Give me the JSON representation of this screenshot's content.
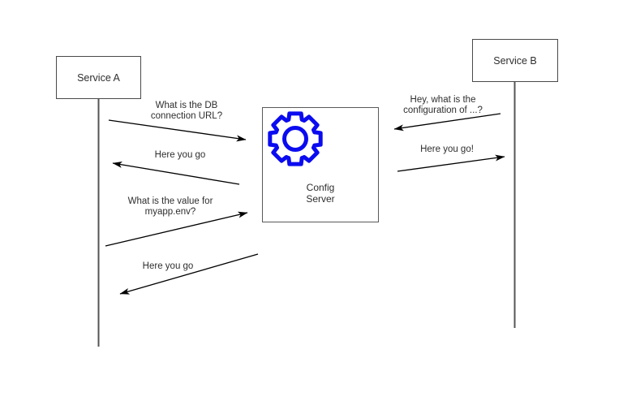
{
  "colors": {
    "background": "#ffffff",
    "box-border": "#4a4a4a",
    "gear-blue": "#0b0bf0",
    "arrow-black": "#000000",
    "lifeline-gray": "#555555",
    "text": "#2e2e2e"
  },
  "nodes": {
    "service_a": {
      "label": "Service A"
    },
    "service_b": {
      "label": "Service B"
    },
    "config_server": {
      "label_line1": "Config",
      "label_line2": "Server",
      "icon": "gear-icon"
    }
  },
  "messages": {
    "db_url_request": {
      "line1": "What is the DB",
      "line2": "connection URL?",
      "from": "Service A",
      "to": "Config Server",
      "direction": "right"
    },
    "db_url_reply": {
      "line1": "Here you go",
      "from": "Config Server",
      "to": "Service A",
      "direction": "left"
    },
    "myapp_env_request": {
      "line1": "What is the value for",
      "line2": "myapp.env?",
      "from": "Service A",
      "to": "Config Server",
      "direction": "right"
    },
    "myapp_env_reply": {
      "line1": "Here you go",
      "from": "Config Server",
      "to": "Service A",
      "direction": "left"
    },
    "config_request": {
      "line1": "Hey, what is the",
      "line2": "configuration of ...?",
      "from": "Service B",
      "to": "Config Server",
      "direction": "left"
    },
    "config_reply": {
      "line1": "Here you go!",
      "from": "Config Server",
      "to": "Service B",
      "direction": "right"
    }
  }
}
